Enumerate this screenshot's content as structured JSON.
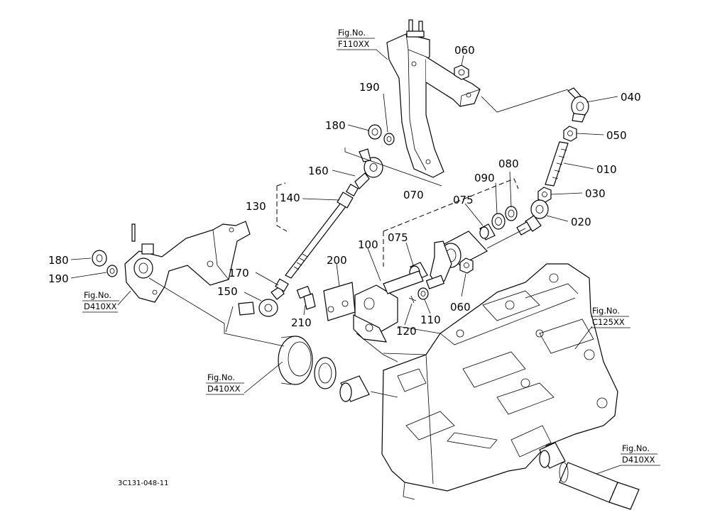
{
  "diagram": {
    "callouts": {
      "c040": "040",
      "c050": "050",
      "c010": "010",
      "c030": "030",
      "c020": "020",
      "c060a": "060",
      "c060b": "060",
      "c070": "070",
      "c075a": "075",
      "c075b": "075",
      "c080": "080",
      "c090": "090",
      "c100": "100",
      "c110": "110",
      "c120": "120",
      "c130": "130",
      "c140": "140",
      "c150": "150",
      "c160": "160",
      "c170": "170",
      "c180a": "180",
      "c180b": "180",
      "c190a": "190",
      "c190b": "190",
      "c200": "200",
      "c210": "210"
    },
    "fig_refs": {
      "f110": {
        "label": "Fig.No.",
        "code": "F110XX"
      },
      "d410_left": {
        "label": "Fig.No.",
        "code": "D410XX"
      },
      "d410_mid": {
        "label": "Fig.No.",
        "code": "D410XX"
      },
      "c125": {
        "label": "Fig.No.",
        "code": "C125XX"
      },
      "d410_right": {
        "label": "Fig.No.",
        "code": "D410XX"
      }
    },
    "drawing_code": "3C131-048-11"
  }
}
